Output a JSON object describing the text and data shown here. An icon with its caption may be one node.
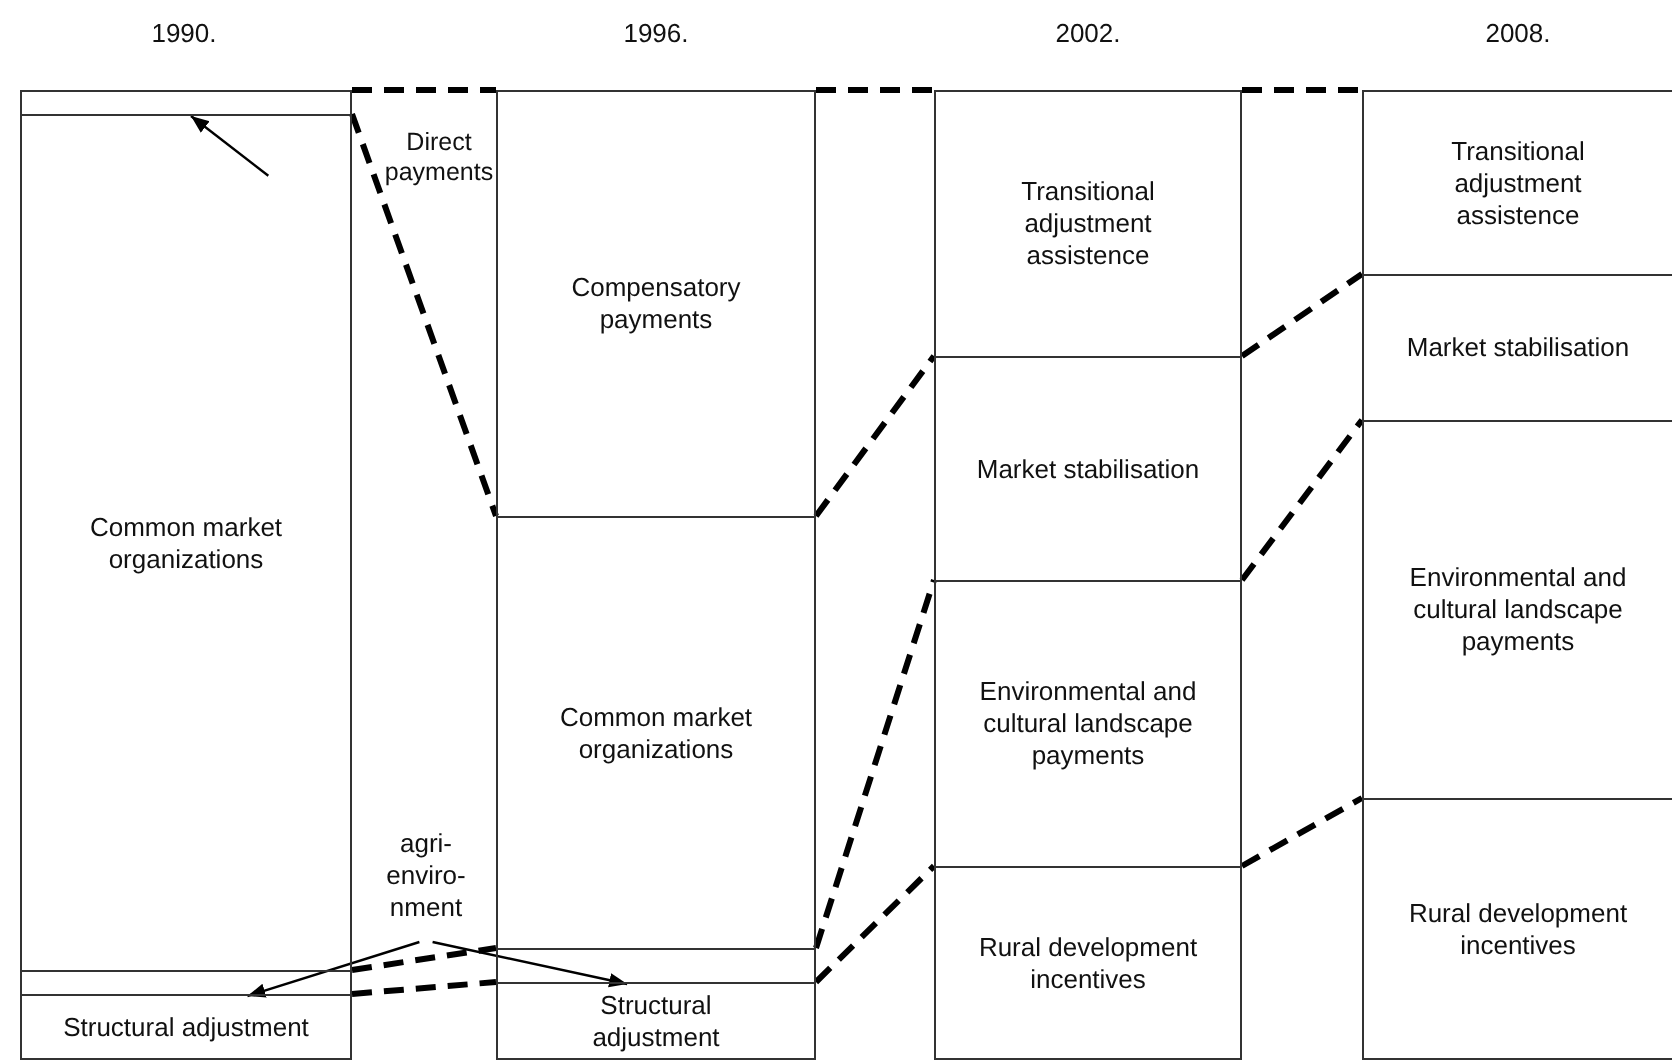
{
  "diagram": {
    "nodes": [
      {
        "text": [
          "Direct payments"
        ]
      },
      {
        "text": [
          "agri- enviro- nment"
        ]
      },
      {
        "text": [],
        "shape": "bar"
      },
      {
        "text": [
          "Common market organizations"
        ]
      },
      {
        "text": [],
        "shape": "bar"
      },
      {
        "text": [
          "Structural adjustment"
        ]
      },
      {
        "text": [
          "Compensatory payments"
        ]
      },
      {
        "text": [
          "Common market organizations"
        ]
      },
      {
        "text": [],
        "shape": "bar"
      },
      {
        "text": [
          "Structural adjustment"
        ]
      },
      {
        "text": [
          "Transitional adjustment assistence"
        ]
      },
      {
        "text": [
          "Market stabilisation"
        ]
      },
      {
        "text": [
          "Environmental and cultural landscape payments"
        ]
      },
      {
        "text": [
          "Rural development incentives"
        ]
      },
      {
        "text": [
          "Transitional adjustment assistence"
        ]
      },
      {
        "text": [
          "Market stabilisation"
        ]
      },
      {
        "text": [
          "Environmental and cultural landscape payments"
        ]
      },
      {
        "text": [
          "Rural development incentives"
        ]
      }
    ],
    "edges": [
      {
        "from": 3,
        "to": 2,
        "arrow": "to"
      },
      {
        "from": 1,
        "to": 4,
        "arrow": "to"
      },
      {
        "from": 1,
        "to": 8,
        "arrow": "to"
      },
      {
        "from": 2,
        "to": 6,
        "arrow": "none",
        "style": "dashed"
      },
      {
        "from": 3,
        "to": 7,
        "arrow": "none",
        "style": "dashed"
      },
      {
        "from": 4,
        "to": 8,
        "arrow": "none",
        "style": "dashed"
      },
      {
        "from": 5,
        "to": 9,
        "arrow": "none",
        "style": "dashed"
      },
      {
        "from": 6,
        "to": 10,
        "arrow": "none",
        "style": "dashed"
      },
      {
        "from": 7,
        "to": 11,
        "arrow": "none",
        "style": "dashed"
      },
      {
        "from": 8,
        "to": 12,
        "arrow": "none",
        "style": "dashed"
      },
      {
        "from": 9,
        "to": 13,
        "arrow": "none",
        "style": "dashed"
      },
      {
        "from": 10,
        "to": 14,
        "arrow": "none",
        "style": "dashed"
      },
      {
        "from": 11,
        "to": 15,
        "arrow": "none",
        "style": "dashed"
      },
      {
        "from": 12,
        "to": 16,
        "arrow": "none",
        "style": "dashed"
      },
      {
        "from": 13,
        "to": 17,
        "arrow": "none",
        "style": "dashed"
      }
    ],
    "labels": [
      "1990.",
      "1996.",
      "2002.",
      "2008."
    ]
  }
}
